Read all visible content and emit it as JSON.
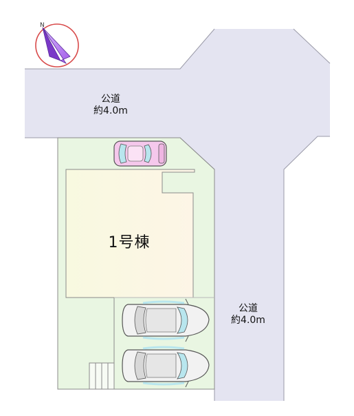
{
  "compass": {
    "letter": "N",
    "icon": "north-arrow-icon",
    "ring_color": "#d84a4a",
    "arrow_color": "#a35ce8"
  },
  "roads": {
    "north": {
      "name": "公道",
      "width": "約4.0m"
    },
    "east": {
      "name": "公道",
      "width": "約4.0m"
    }
  },
  "building": {
    "label": "1号棟"
  },
  "colors": {
    "road": "#e4e4f1",
    "road_edge": "#9a9aa8",
    "lot": "#e9f6e2",
    "building_start": "#f8f9e0",
    "building_end": "#fdf5e6",
    "car_body": "#f2f2f2",
    "car_window": "#b8e6ee",
    "car_pink": "#f5c8ec"
  },
  "parking": {
    "spaces": 3
  }
}
